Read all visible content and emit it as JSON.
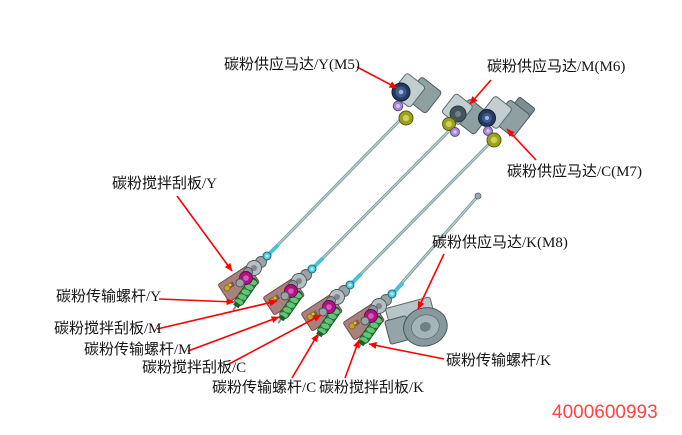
{
  "diagram": {
    "description_labels": "callout labels of a toner supply drive diagram",
    "labels": [
      {
        "id": "toner-supply-motor-y",
        "text": "碳粉供应马达/Y(M5)"
      },
      {
        "id": "toner-supply-motor-m",
        "text": "碳粉供应马达/M(M6)"
      },
      {
        "id": "toner-supply-motor-c",
        "text": "碳粉供应马达/C(M7)"
      },
      {
        "id": "toner-agitator-scraper-y",
        "text": "碳粉搅拌刮板/Y"
      },
      {
        "id": "toner-transport-screw-y",
        "text": "碳粉传输螺杆/Y"
      },
      {
        "id": "toner-agitator-scraper-m",
        "text": "碳粉搅拌刮板/M"
      },
      {
        "id": "toner-transport-screw-m",
        "text": "碳粉传输螺杆/M"
      },
      {
        "id": "toner-agitator-scraper-c",
        "text": "碳粉搅拌刮板/C"
      },
      {
        "id": "toner-transport-screw-c",
        "text": "碳粉传输螺杆/C"
      },
      {
        "id": "toner-agitator-scraper-k",
        "text": "碳粉搅拌刮板/K"
      },
      {
        "id": "toner-supply-motor-k",
        "text": "碳粉供应马达/K(M8)"
      },
      {
        "id": "toner-transport-screw-k",
        "text": "碳粉传输螺杆/K"
      }
    ],
    "part_number": "4000600993",
    "colors": {
      "callout_red": "#ff0000",
      "part_number_red": "#ff4343",
      "shaft_teal": "#7f9d9f",
      "auger_green": "#3a9a4b",
      "bracket_mauve": "#a8807d",
      "gear_magenta": "#aa1583",
      "gear_olive": "#99a11f",
      "gear_navy": "#253a5e",
      "coupler_cyan": "#4cc8de"
    }
  }
}
